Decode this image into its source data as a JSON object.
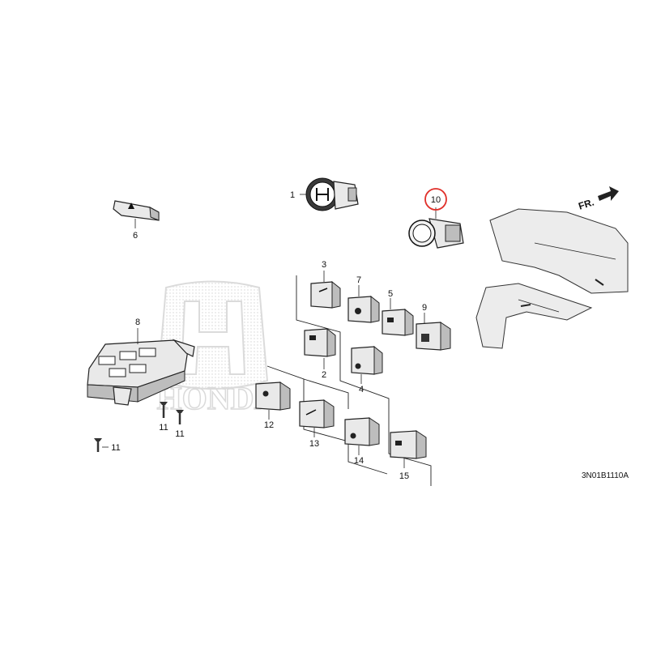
{
  "callouts": [
    {
      "id": "1",
      "label": "1"
    },
    {
      "id": "2",
      "label": "2"
    },
    {
      "id": "3",
      "label": "3"
    },
    {
      "id": "4",
      "label": "4"
    },
    {
      "id": "5",
      "label": "5"
    },
    {
      "id": "6",
      "label": "6"
    },
    {
      "id": "7",
      "label": "7"
    },
    {
      "id": "8",
      "label": "8"
    },
    {
      "id": "9",
      "label": "9"
    },
    {
      "id": "10",
      "label": "10"
    },
    {
      "id": "11a",
      "label": "11"
    },
    {
      "id": "11b",
      "label": "11"
    },
    {
      "id": "11c",
      "label": "11"
    },
    {
      "id": "12",
      "label": "12"
    },
    {
      "id": "13",
      "label": "13"
    },
    {
      "id": "14",
      "label": "14"
    },
    {
      "id": "15",
      "label": "15"
    }
  ],
  "highlighted_callout": "10",
  "direction_label": "FR.",
  "reference_code": "3N01B1110A",
  "watermark_text": "HONDA",
  "colors": {
    "highlight": "#e0302a",
    "line": "#222222",
    "watermark": "#d4d4d4"
  }
}
